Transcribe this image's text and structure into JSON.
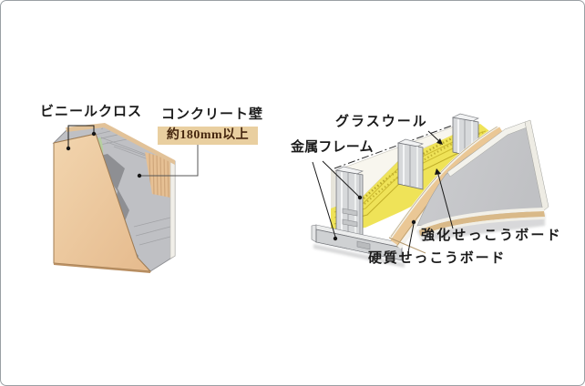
{
  "frame": {
    "background": "#ffffff",
    "border_color": "#9aa0a4"
  },
  "left_diagram": {
    "labels": {
      "vinyl_cloth": "ビニールクロス",
      "concrete_wall": "コンクリート壁",
      "thickness_badge": "約180mm以上"
    },
    "colors": {
      "wall_surface_tan": "#eec99e",
      "concrete_gray": "#bfc0c4",
      "concrete_dark": "#8e8f93",
      "mortar_green": "#b6cfa0",
      "badge_bg": "#e9cfa0",
      "badge_text": "#45260f"
    }
  },
  "right_diagram": {
    "labels": {
      "glass_wool": "グラスウール",
      "metal_frame": "金属フレーム",
      "reinforced_gypsum_board": "強化せっこうボード",
      "hard_gypsum_board": "硬質せっこうボード"
    },
    "colors": {
      "glass_wool_yellow": "#efe358",
      "gypsum_board_tan": "#eac795",
      "outer_board_gray": "#c6c7c9",
      "metal_gray": "#d7d9db"
    }
  }
}
